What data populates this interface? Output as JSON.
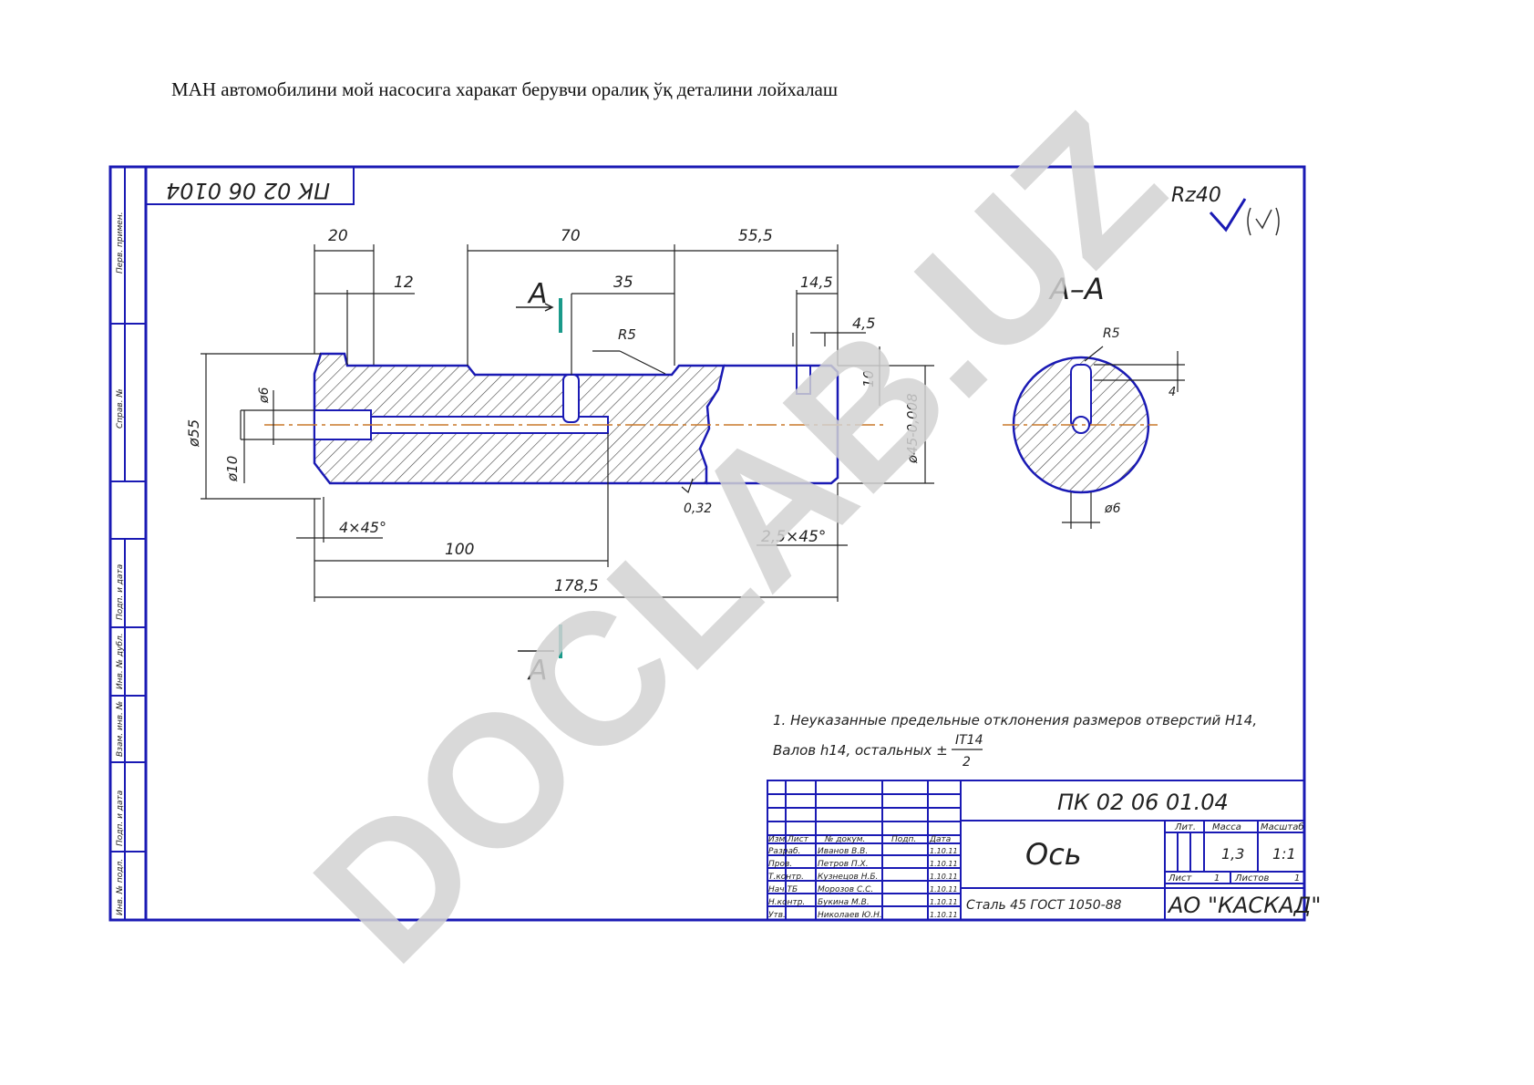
{
  "page": {
    "title": "МАН автомобилини мой насосига харакат берувчи  оралиқ ўқ деталини лойхалаш",
    "watermark": "DOCLAB.UZ"
  },
  "drawing": {
    "colors": {
      "frame": "#1a1ab4",
      "hatch": "#444444",
      "axis": "#c8782a",
      "accent": "#1a9a8a",
      "watermark": "#d6d6d6"
    },
    "doc_code_rotated": "ПК 02 06 0104",
    "roughness": {
      "value": "Rz40"
    },
    "section_label": "А–А",
    "cut_label_top": "А",
    "cut_label_bottom": "А",
    "dimensions": {
      "d20": "20",
      "d70": "70",
      "d55_5": "55,5",
      "d12": "12",
      "d35": "35",
      "d14_5": "14,5",
      "d4_5": "4,5",
      "r5": "R5",
      "d10": "10",
      "d55": "ø55",
      "d6": "ø6",
      "d10b": "ø10",
      "d45": "ø45-0,008",
      "ch4": "4×45°",
      "d100": "100",
      "d178_5": "178,5",
      "ch25": "2,5×45°",
      "rough032": "0,32",
      "sec_r5": "R5",
      "sec_d6": "ø6",
      "sec_4": "4"
    },
    "notes": {
      "line1": "1. Неуказанные предельные отклонения размеров отверстий Н14,",
      "line2": "Валов h14, остальных ±",
      "frac_num": "IT14",
      "frac_den": "2"
    },
    "side_strip": [
      "Перв. примен.",
      "Справ. №",
      "Подп. и дата",
      "Инв. № дубл.",
      "Взам. инв. №",
      "Подп. и дата",
      "Инв. № подл."
    ],
    "title_block": {
      "designation": "ПК 02 06 01.04",
      "name": "Ось",
      "material": "Сталь 45 ГОСТ 1050-88",
      "org": "АО \"КАСКАД\"",
      "col_lit": "Лит.",
      "col_mass": "Масса",
      "col_scale": "Масштаб",
      "mass": "1,3",
      "scale": "1:1",
      "sheet_label": "Лист",
      "sheet_no": "1",
      "sheets_label": "Листов",
      "sheets_no": "1",
      "hdr": [
        "Изм.",
        "Лист",
        "№ докум.",
        "Подп.",
        "Дата"
      ],
      "roles": [
        "Разраб.",
        "Пров.",
        "Т.контр.",
        "Нач.ТБ",
        "Н.контр.",
        "Утв."
      ],
      "people": [
        "Иванов В.В.",
        "Петров П.Х.",
        "Кузнецов Н.Б.",
        "Морозов С.С.",
        "Букина М.В.",
        "Николаев Ю.Н."
      ],
      "dates": [
        "1.10.11",
        "1.10.11",
        "1.10.11",
        "1.10.11",
        "1.10.11",
        "1.10.11"
      ]
    }
  }
}
